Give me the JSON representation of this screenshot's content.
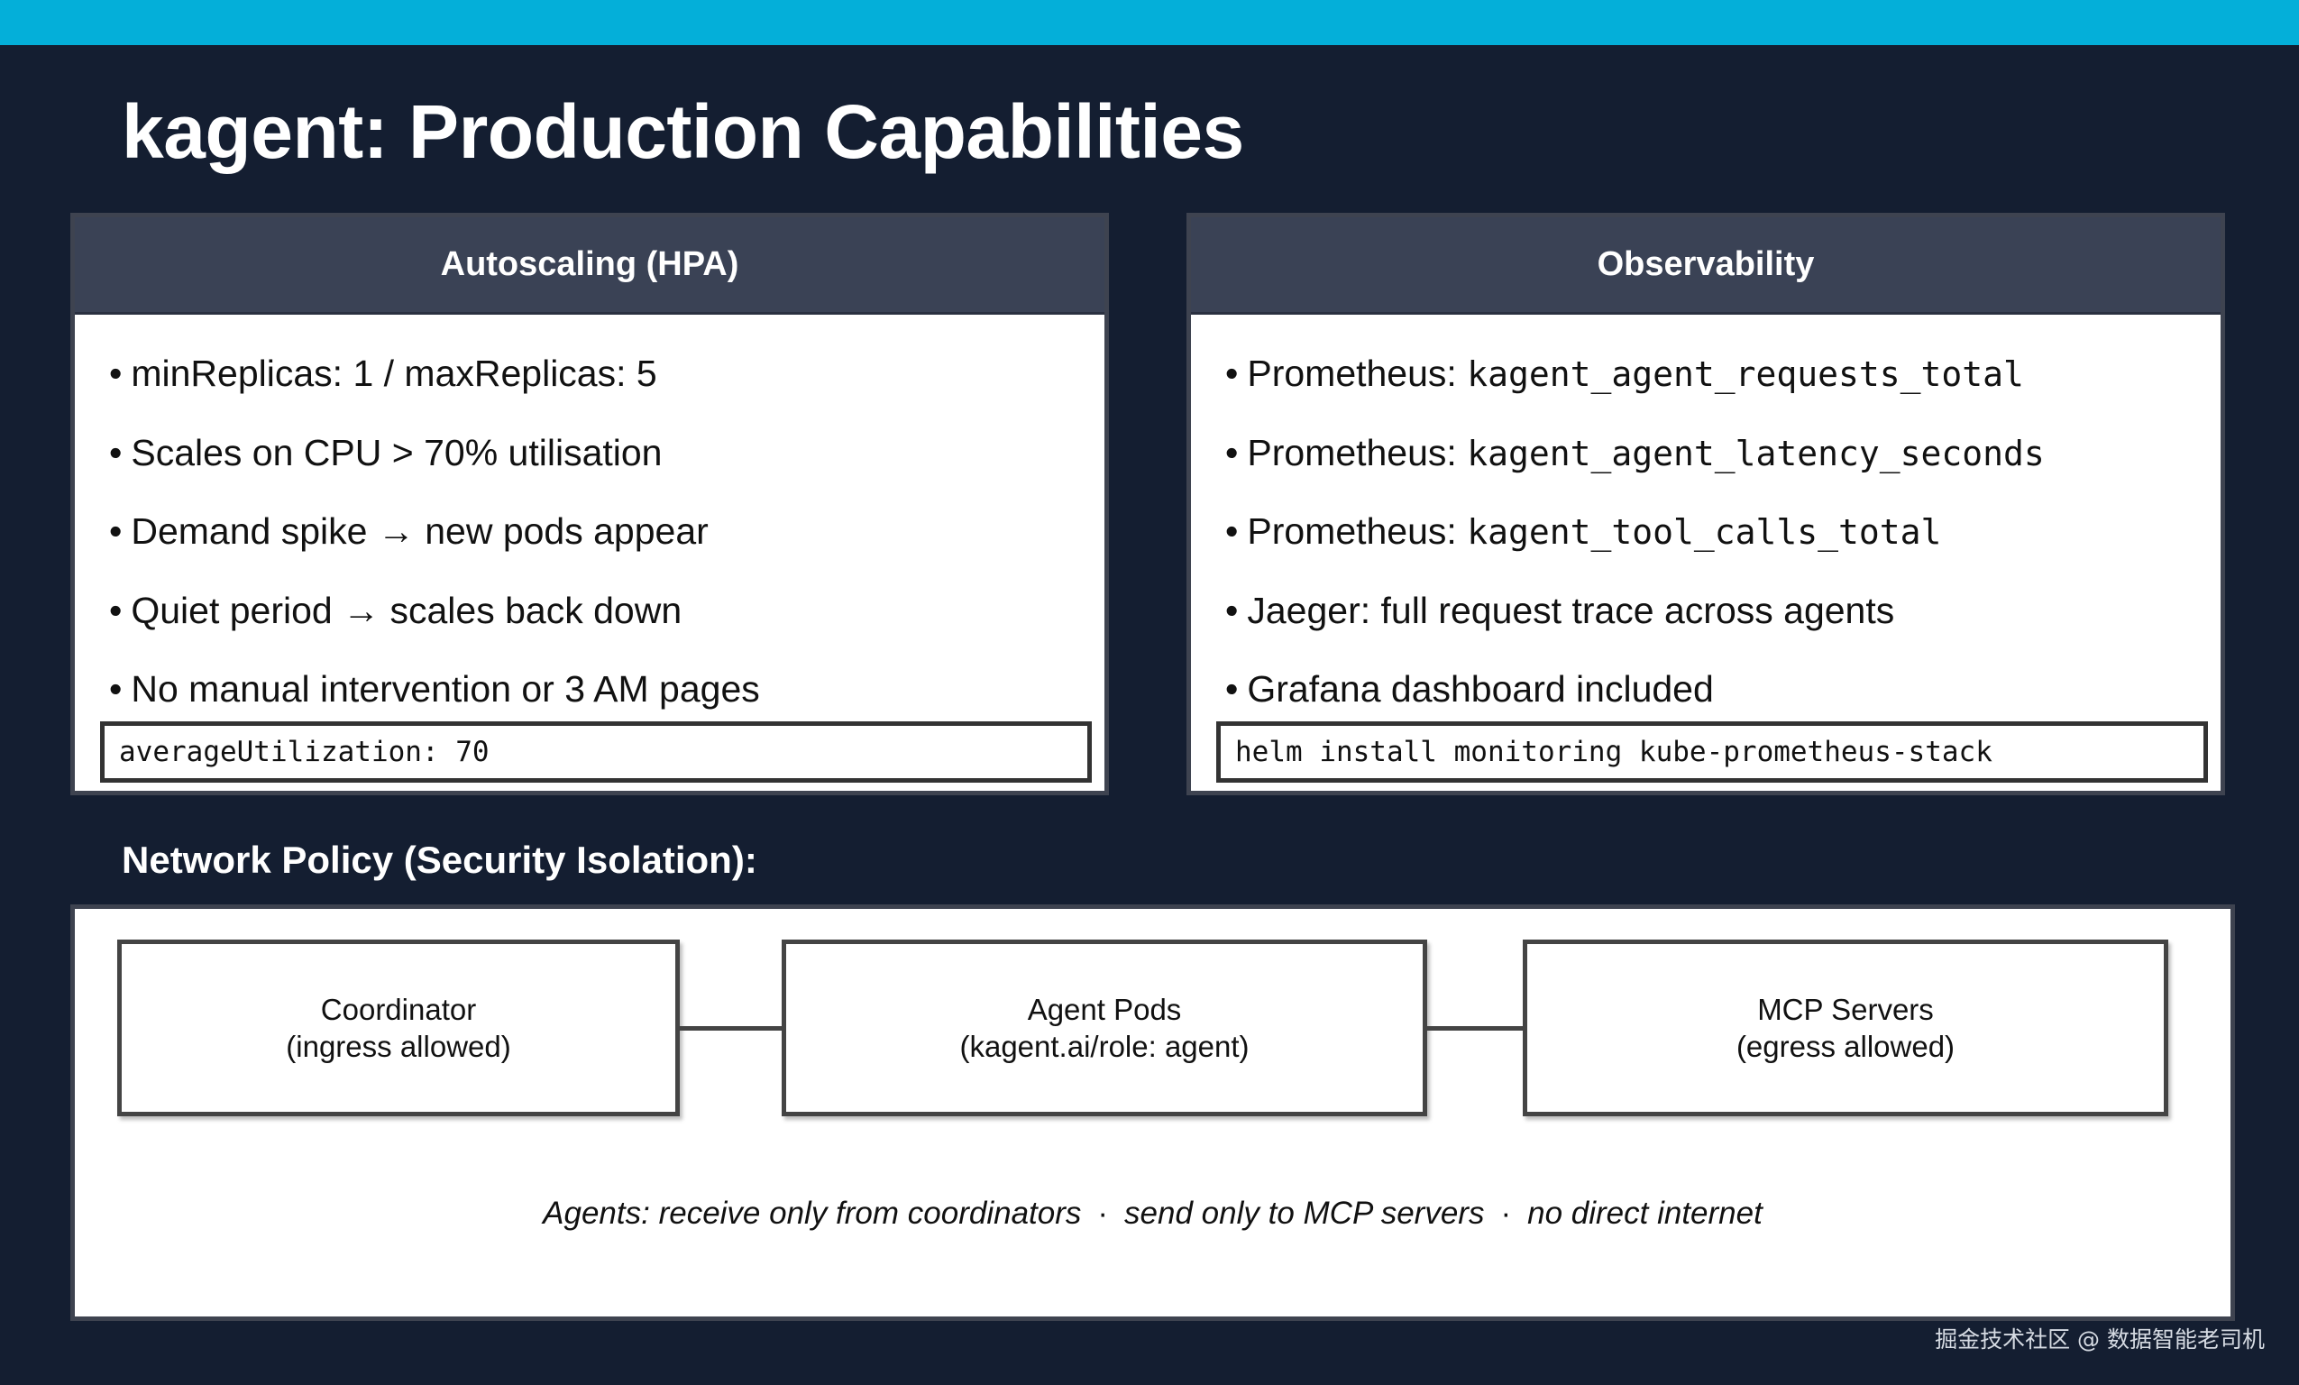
{
  "title": "kagent: Production Capabilities",
  "autoscaling": {
    "header": "Autoscaling (HPA)",
    "items": [
      "minReplicas: 1 / maxReplicas: 5",
      "Scales on CPU > 70% utilisation",
      "Demand spike → new pods appear",
      "Quiet period → scales back down",
      "No manual intervention or 3 AM pages"
    ],
    "code": "averageUtilization: 70"
  },
  "observability": {
    "header": "Observability",
    "items": [
      {
        "prefix": "Prometheus: ",
        "metric": "kagent_agent_requests_total"
      },
      {
        "prefix": "Prometheus: ",
        "metric": "kagent_agent_latency_seconds"
      },
      {
        "prefix": "Prometheus: ",
        "metric": "kagent_tool_calls_total"
      },
      {
        "prefix": "Jaeger: full request trace across agents",
        "metric": ""
      },
      {
        "prefix": "Grafana dashboard included",
        "metric": ""
      }
    ],
    "code": "helm install monitoring kube-prometheus-stack"
  },
  "network_policy": {
    "label": "Network Policy (Security Isolation):",
    "nodes": [
      {
        "name": "Coordinator",
        "detail": "(ingress allowed)"
      },
      {
        "name": "Agent Pods",
        "detail": "(kagent.ai/role: agent)"
      },
      {
        "name": "MCP Servers",
        "detail": "(egress allowed)"
      }
    ],
    "caption_parts": [
      "Agents: receive only from coordinators",
      "send only to MCP servers",
      "no direct internet"
    ],
    "separator": "·"
  },
  "watermark": "掘金技术社区 @ 数据智能老司机",
  "colors": {
    "background": "#141e31",
    "top_bar": "#04afd9",
    "panel_header": "#3a4255",
    "panel_border": "#3e4350"
  }
}
